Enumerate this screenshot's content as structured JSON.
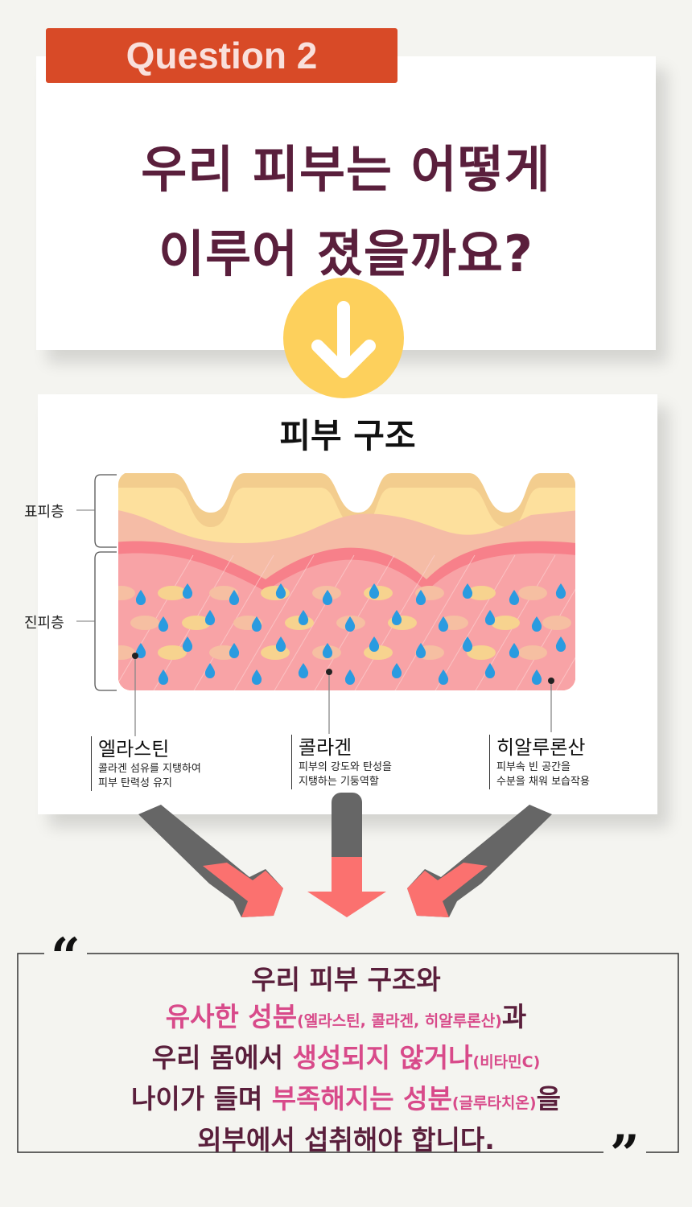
{
  "badge": "Question 2",
  "title": {
    "line1": "우리 피부는 어떻게",
    "line2": "이루어 졌을까요?"
  },
  "skin": {
    "title": "피부 구조",
    "layers": {
      "epidermis": "표피층",
      "dermis": "진피층"
    },
    "components": [
      {
        "name": "엘라스틴",
        "desc1": "콜라겐 섬유를 지탱하여",
        "desc2": "피부 탄력성 유지"
      },
      {
        "name": "콜라겐",
        "desc1": "피부의 강도와 탄성을",
        "desc2": "지탱하는 기둥역할"
      },
      {
        "name": "히알루론산",
        "desc1": "피부속 빈 공간을",
        "desc2": "수분을 채워 보습작용"
      }
    ]
  },
  "summary": {
    "l1": "우리 피부 구조와",
    "l2a": "유사한 성분",
    "l2b": "(엘라스틴, 콜라겐, 히알루론산)",
    "l2c": "과",
    "l3a": "우리 몸에서 ",
    "l3b": "생성되지 않거나",
    "l3c": "(비타민C)",
    "l4a": "나이가 들며 ",
    "l4b": "부족해지는 성분",
    "l4c": "(글루타치온)",
    "l4d": "을",
    "l5": "외부에서 섭취해야 합니다.",
    "open_quote": "“",
    "close_quote": "”"
  },
  "colors": {
    "accent": "#d84a27",
    "title": "#5a1f3c",
    "highlight": "#d84a8a",
    "circle": "#fdd05c"
  }
}
